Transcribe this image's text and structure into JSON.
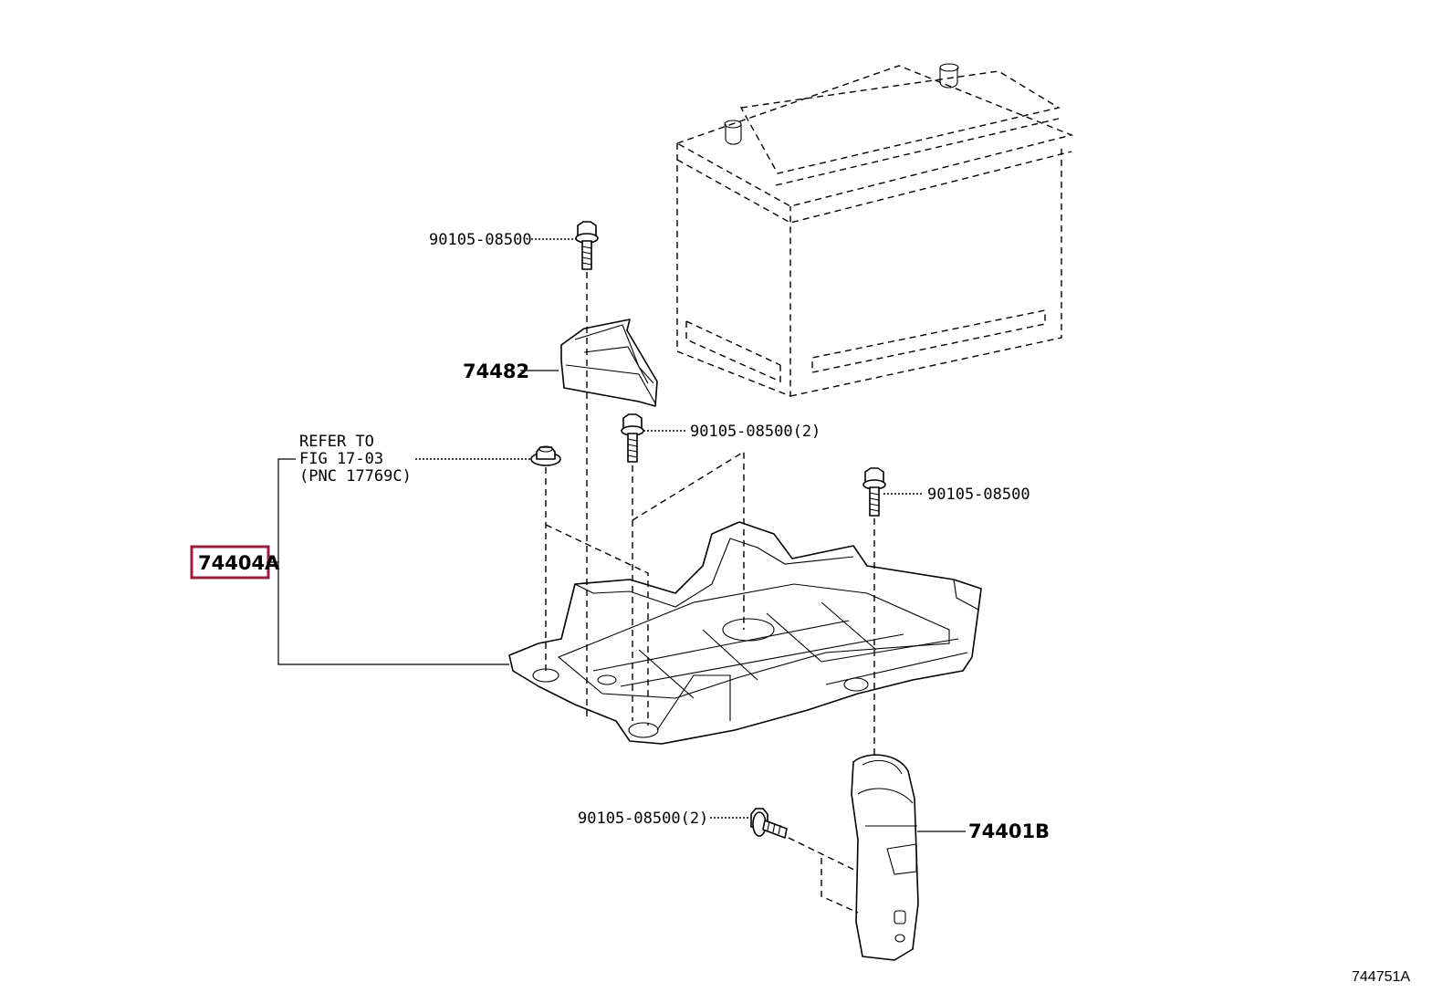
{
  "callouts": {
    "bolt_top": "90105-08500",
    "clamp": "74482",
    "bolt_mid": "90105-08500(2)",
    "refer_line1": "REFER TO",
    "refer_line2": "FIG 17-03",
    "refer_line3": "(PNC 17769C)",
    "bolt_right": "90105-08500",
    "tray": "74404A",
    "bolt_bottom": "90105-08500(2)",
    "support": "74401B"
  },
  "figure_code": "744751A",
  "colors": {
    "highlight_box": "#9b1c3c",
    "line": "#000000",
    "background": "#ffffff"
  }
}
